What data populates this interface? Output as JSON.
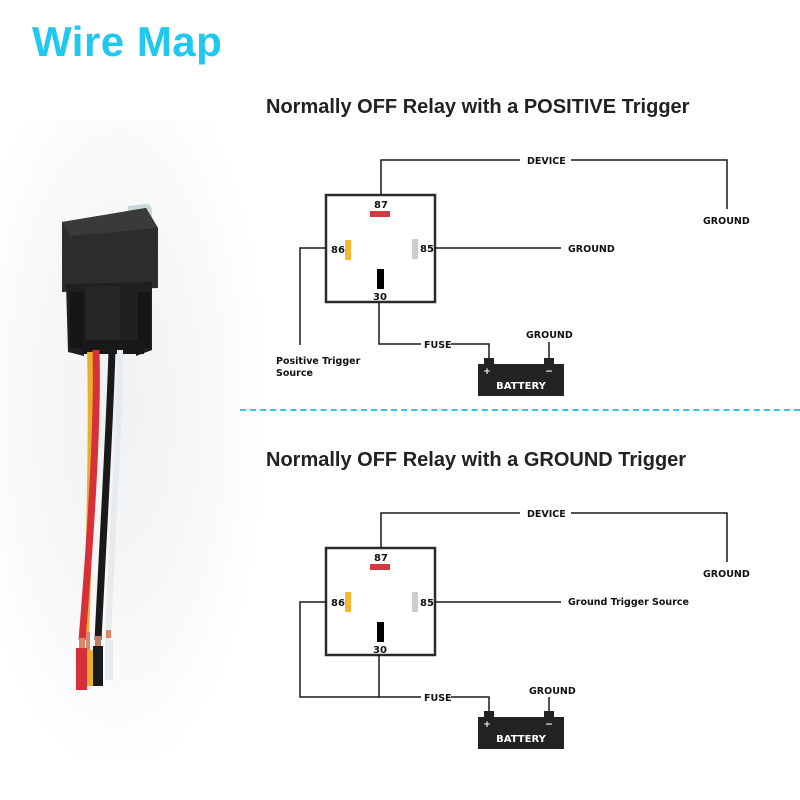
{
  "header": {
    "title": "Wire Map"
  },
  "colors": {
    "title_accent": "#1ec8f0",
    "divider": "#3cc3dc",
    "pin_87": "#d23a3f",
    "pin_86": "#f5b82e",
    "pin_85": "#cccccc",
    "pin_30": "#000000",
    "wire_line": "#1a1a1a",
    "battery": "#232323"
  },
  "product_photo": {
    "subject": "relay-with-harness",
    "wire_colors": [
      "yellow",
      "red",
      "black",
      "white"
    ]
  },
  "diagrams": [
    {
      "title": "Normally OFF Relay with a POSITIVE Trigger",
      "pins": {
        "p87": "87",
        "p86": "86",
        "p85": "85",
        "p30": "30"
      },
      "labels": {
        "device": "DEVICE",
        "device_ground": "GROUND",
        "pin85_target": "GROUND",
        "pin86_target_line1": "Positive Trigger",
        "pin86_target_line2": "Source",
        "fuse": "FUSE",
        "battery_ground": "GROUND",
        "battery": "BATTERY",
        "plus": "+",
        "minus": "−"
      }
    },
    {
      "title": "Normally OFF Relay with a GROUND Trigger",
      "pins": {
        "p87": "87",
        "p86": "86",
        "p85": "85",
        "p30": "30"
      },
      "labels": {
        "device": "DEVICE",
        "device_ground": "GROUND",
        "pin85_target": "Ground Trigger Source",
        "fuse": "FUSE",
        "battery_ground": "GROUND",
        "battery": "BATTERY",
        "plus": "+",
        "minus": "−"
      }
    }
  ]
}
